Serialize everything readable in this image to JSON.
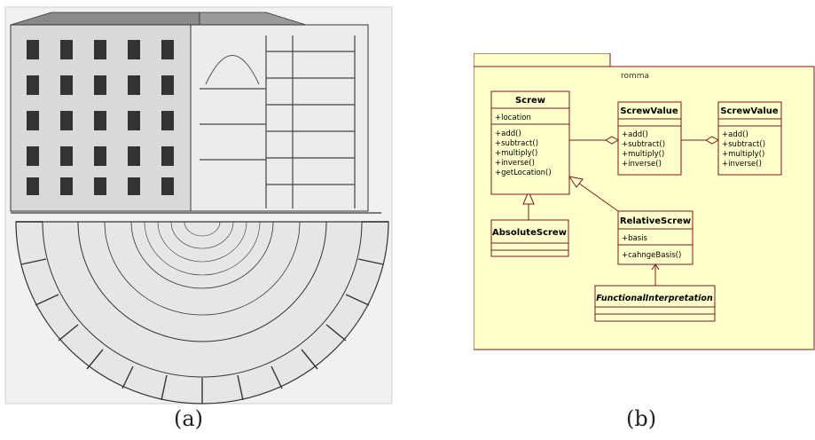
{
  "figure_a": {
    "caption": "(a)",
    "image_description": "panopticon-engraving"
  },
  "figure_b": {
    "caption": "(b)",
    "package": "romma",
    "classes": {
      "screw": {
        "name": "Screw",
        "attributes": [
          "+location"
        ],
        "methods": [
          "+add()",
          "+subtract()",
          "+multiply()",
          "+inverse()",
          "+getLocation()"
        ]
      },
      "screw_value_1": {
        "name": "ScrewValue",
        "methods": [
          "+add()",
          "+subtract()",
          "+multiply()",
          "+inverse()"
        ]
      },
      "screw_value_2": {
        "name": "ScrewValue",
        "methods": [
          "+add()",
          "+subtract()",
          "+multiply()",
          "+inverse()"
        ]
      },
      "absolute_screw": {
        "name": "AbsoluteScrew"
      },
      "relative_screw": {
        "name": "RelativeScrew",
        "attributes": [
          "+basis"
        ],
        "methods": [
          "+cahngeBasis()"
        ]
      },
      "functional_interpretation": {
        "name": "FunctionalInterpretation"
      }
    },
    "colors": {
      "package_fill": "#ffffcc",
      "class_fill": "#ffffcc",
      "line": "#7a1a1a"
    }
  }
}
